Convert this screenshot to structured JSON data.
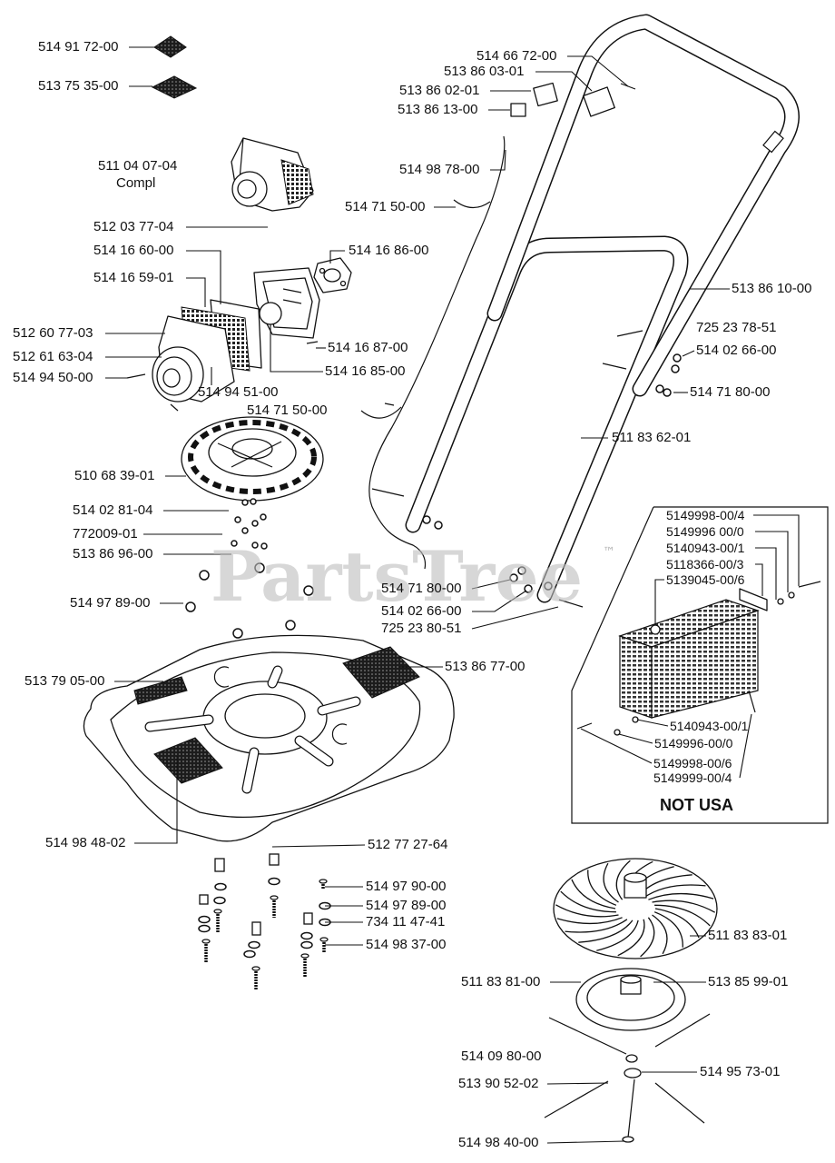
{
  "decals": [
    "514 91 72-00",
    "513 75 35-00"
  ],
  "motor_assembly": {
    "unit_part": "511 04 07-04",
    "unit_note": "Compl",
    "parts": [
      "512 03 77-04",
      "514 16 60-00",
      "514 16 59-01",
      "514 16 86-00",
      "512 60 77-03",
      "512 61 63-04",
      "514 94 50-00",
      "514 16 87-00",
      "514 16 85-00",
      "514 94 51-00",
      "514 71 50-00"
    ]
  },
  "deck_assembly": {
    "parts": [
      "510 68 39-01",
      "514 02 81-04",
      "772009-01",
      "513 86 96-00",
      "514 97 89-00",
      "513 79 05-00",
      "513 86 77-00",
      "514 98 48-02",
      "512 77 27-64",
      "514 97 90-00",
      "514 97 89-00",
      "734 11 47-41",
      "514 98 37-00"
    ]
  },
  "handle_assembly": {
    "parts": [
      "514 66 72-00",
      "513 86 03-01",
      "513 86 02-01",
      "513 86 13-00",
      "514 98 78-00",
      "514 71 50-00",
      "513 86 10-00",
      "725 23 78-51",
      "514 02 66-00",
      "514 71 80-00",
      "511 83 62-01",
      "514 71 80-00",
      "514 02 66-00",
      "725 23 80-51"
    ]
  },
  "grass_box": {
    "title": "NOT USA",
    "parts": [
      "5149998-00/4",
      "5149996 00/0",
      "5140943-00/1",
      "5118366-00/3",
      "5139045-00/6",
      "5140943-00/1",
      "5149996-00/0",
      "5149998-00/6",
      "5149999-00/4"
    ]
  },
  "fan_assembly": {
    "parts": [
      "511 83 83-01",
      "511 83 81-00",
      "513 85 99-01",
      "514 09 80-00",
      "513 90 52-02",
      "514 95 73-01",
      "514 98 40-00"
    ]
  },
  "watermark": {
    "text": "PartsTree",
    "mark": "™"
  }
}
